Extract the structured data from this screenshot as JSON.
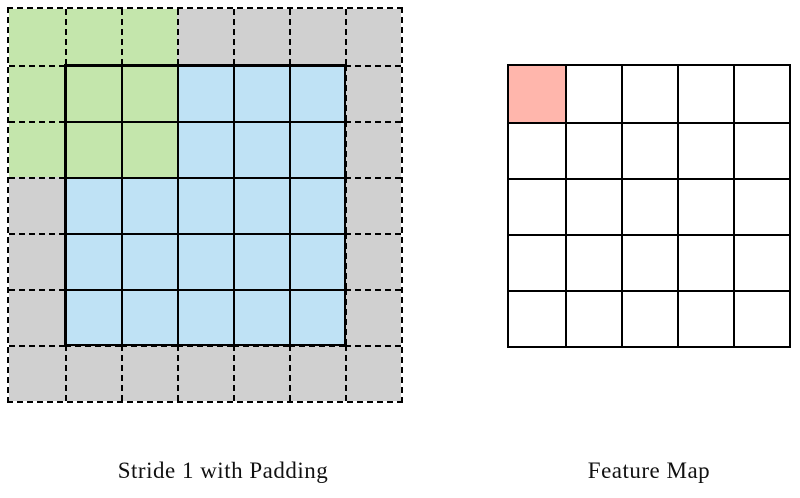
{
  "diagram": {
    "left_panel": {
      "label": "Stride 1 with Padding",
      "grid": {
        "rows": 7,
        "cols": 7,
        "cell_types": [
          "kkkpppp",
          "kkkiiip",
          "kkkiiip",
          "piiiiip",
          "piiiiip",
          "piiiiip",
          "ppppppp"
        ],
        "type_names": {
          "k": "kernel-overlay",
          "p": "padding",
          "i": "input"
        }
      }
    },
    "right_panel": {
      "label": "Feature Map",
      "grid": {
        "rows": 5,
        "cols": 5,
        "highlighted_cell": {
          "row": 0,
          "col": 0
        }
      }
    },
    "colors": {
      "kernel_green": "#C4E6AC",
      "input_blue": "#BFE2F5",
      "padding_gray": "#D0D0D0",
      "feature_highlight_salmon": "#FFB6AC",
      "grid_line": "#000000",
      "background": "#FFFFFF"
    }
  }
}
